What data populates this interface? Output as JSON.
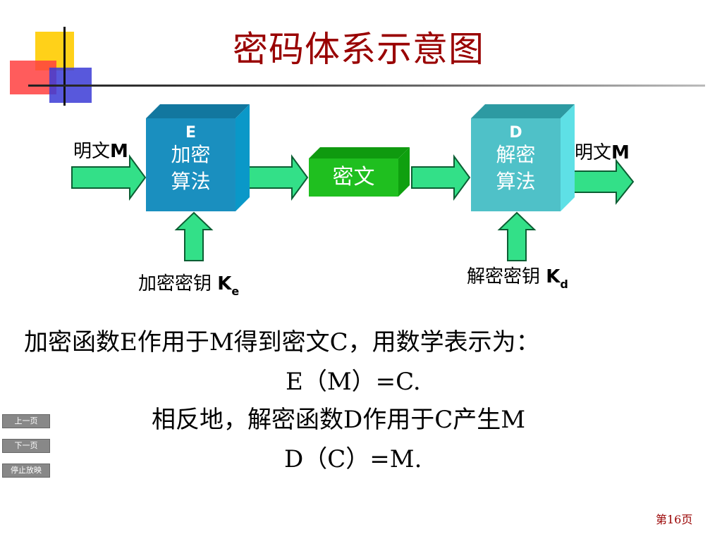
{
  "slide": {
    "title": "密码体系示意图",
    "diagram": {
      "encrypt_box": {
        "letter": "E",
        "line1": "加密",
        "line2": "算法"
      },
      "cipher_box": {
        "label": "密文"
      },
      "decrypt_box": {
        "letter": "D",
        "line1": "解密",
        "line2": "算法"
      },
      "plaintext_in": {
        "text": "明文",
        "var": "M"
      },
      "plaintext_out": {
        "text": "明文",
        "var": "M"
      },
      "enc_key": {
        "text": "加密密钥 ",
        "var": "K",
        "sub": "e"
      },
      "dec_key": {
        "text": "解密密钥 ",
        "var": "K",
        "sub": "d"
      }
    },
    "body": {
      "line1": "加密函数E作用于M得到密文C，用数学表示为：",
      "line2": "E（M）=C.",
      "line3": "相反地，解密函数D作用于C产生M",
      "line4": "D（C）=M."
    },
    "nav": {
      "prev": "上一页",
      "next": "下一页",
      "stop": "停止放映"
    },
    "page_number": "第16页"
  },
  "colors": {
    "title": "#990000",
    "encrypt_box": "#1a8fbf",
    "decrypt_box": "#4fc1c8",
    "cipher_box": "#1fbf1f",
    "arrow_fill": "#33e088"
  }
}
